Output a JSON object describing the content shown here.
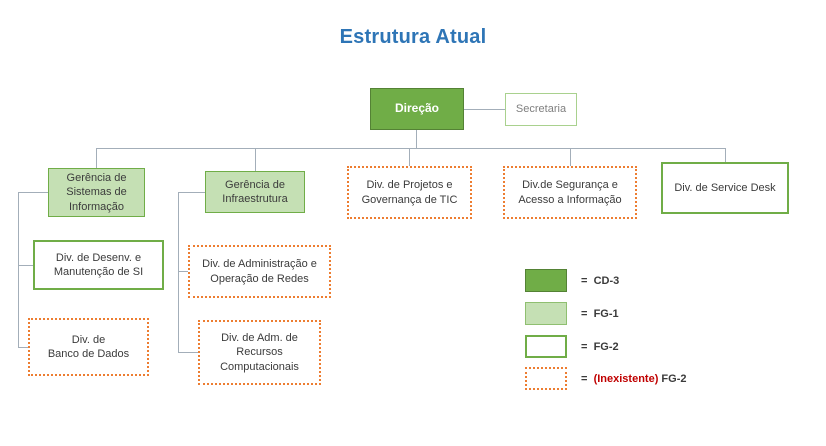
{
  "title": "Estrutura Atual",
  "nodes": {
    "direcao": {
      "label": "Direção",
      "style": "cd3"
    },
    "secretaria": {
      "label": "Secretaria",
      "style": "fg1-light"
    },
    "gerencia_sistemas": {
      "label": "Gerência de\nSistemas de\nInformação",
      "style": "fg1"
    },
    "gerencia_infraestrutura": {
      "label": "Gerência de\nInfraestrutura",
      "style": "fg1"
    },
    "div_projetos": {
      "label": "Div. de Projetos e\nGovernança de TIC",
      "style": "inexistente"
    },
    "div_seguranca": {
      "label": "Div.de Segurança e\nAcesso a Informação",
      "style": "inexistente"
    },
    "div_service_desk": {
      "label": "Div. de Service Desk",
      "style": "fg2"
    },
    "div_desenv": {
      "label": "Div. de Desenv. e\nManutenção de SI",
      "style": "fg2"
    },
    "div_banco_dados": {
      "label": "Div. de\nBanco de Dados",
      "style": "inexistente"
    },
    "div_adm_redes": {
      "label": "Div. de Administração e\nOperação de Redes",
      "style": "inexistente"
    },
    "div_adm_recursos": {
      "label": "Div. de Adm. de\nRecursos\nComputacionais",
      "style": "inexistente"
    }
  },
  "legend": {
    "equals": "=",
    "items": [
      {
        "style": "cd3",
        "label": "CD-3"
      },
      {
        "style": "fg1",
        "label": "FG-1"
      },
      {
        "style": "fg2",
        "label": "FG-2"
      },
      {
        "style": "inexistente",
        "highlight": "(Inexistente)",
        "label": "FG-2"
      }
    ]
  },
  "colors": {
    "title_blue": "#2E75B6",
    "cd3_green": "#70AD47",
    "fg1_green": "#C5E0B4",
    "fg2_border_green": "#70AD47",
    "inexistente_orange": "#ED7D31",
    "inexistente_text_red": "#C00000",
    "connector_gray": "#A3AEB9"
  }
}
